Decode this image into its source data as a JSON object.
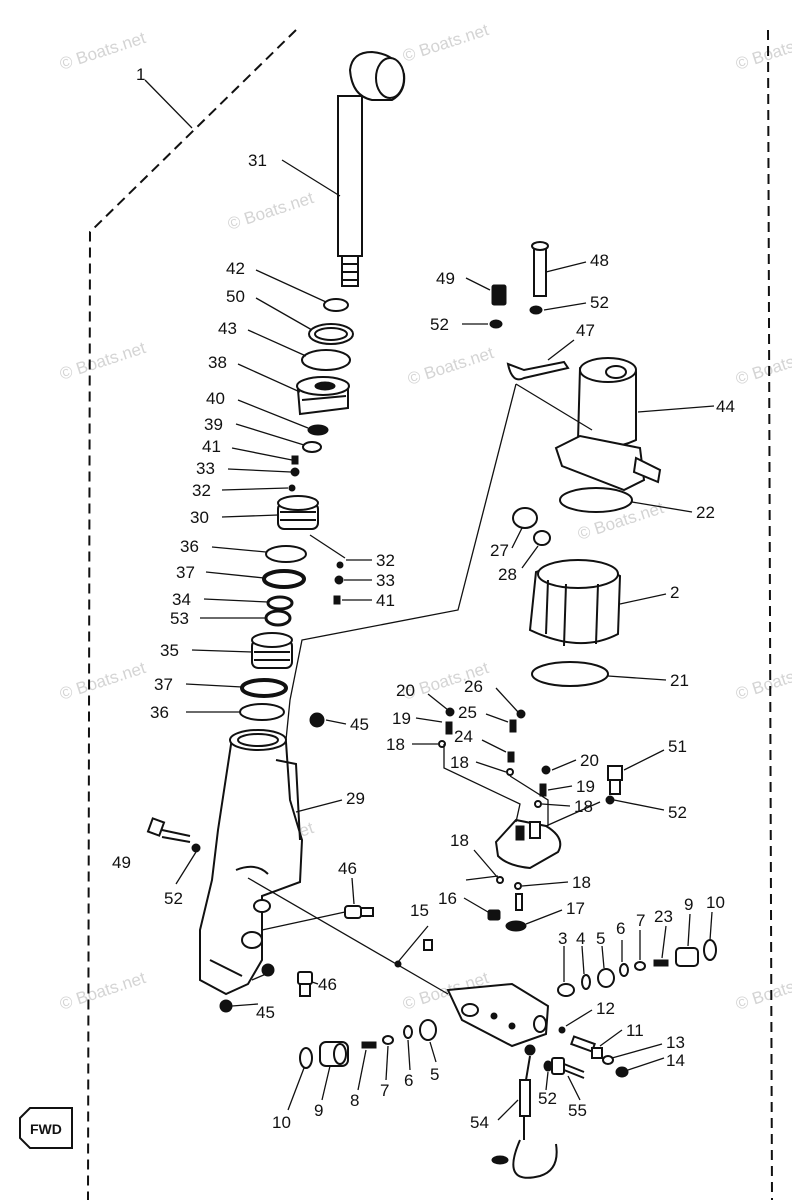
{
  "watermarks": [
    "© Boats.net",
    "© Boats.net",
    "© Boats.net",
    "© Boats.net",
    "© Boats.net",
    "© Boats.net",
    "© Boats.net",
    "© Boats.net",
    "© Boats.net",
    "© Boats.net",
    "© Boats.net",
    "© Boats.net",
    "© Boats.net",
    "© Boats.net",
    "© Boats.net"
  ],
  "fwd_label": "FWD",
  "assembly_label": "1",
  "callouts": {
    "c31": "31",
    "c42": "42",
    "c50": "50",
    "c43": "43",
    "c38": "38",
    "c40": "40",
    "c39": "39",
    "c41": "41",
    "c33": "33",
    "c32": "32",
    "c30": "30",
    "c36a": "36",
    "c37a": "37",
    "c34": "34",
    "c53": "53",
    "c35": "35",
    "c37b": "37",
    "c36b": "36",
    "c32b": "32",
    "c33b": "33",
    "c41b": "41",
    "c49a": "49",
    "c48": "48",
    "c52a": "52",
    "c52b": "52",
    "c47": "47",
    "c44": "44",
    "c22": "22",
    "c27": "27",
    "c28": "28",
    "c2": "2",
    "c21": "21",
    "c20a": "20",
    "c26": "26",
    "c19a": "19",
    "c25": "25",
    "c18a": "18",
    "c24": "24",
    "c18b": "18",
    "c20b": "20",
    "c19b": "19",
    "c18c": "18",
    "c51": "51",
    "c52c": "52",
    "c45a": "45",
    "c29": "29",
    "c49b": "49",
    "c52d": "52",
    "c46a": "46",
    "c18d": "18",
    "c18e": "18",
    "c16": "16",
    "c17": "17",
    "c15": "15",
    "c3": "3",
    "c4": "4",
    "c5a": "5",
    "c6a": "6",
    "c7a": "7",
    "c23": "23",
    "c9a": "9",
    "c10a": "10",
    "c12": "12",
    "c11": "11",
    "c13": "13",
    "c14": "14",
    "c45b": "45",
    "c46b": "46",
    "c10b": "10",
    "c9b": "9",
    "c8": "8",
    "c7b": "7",
    "c6b": "6",
    "c5b": "5",
    "c54": "54",
    "c52e": "52",
    "c55": "55"
  }
}
